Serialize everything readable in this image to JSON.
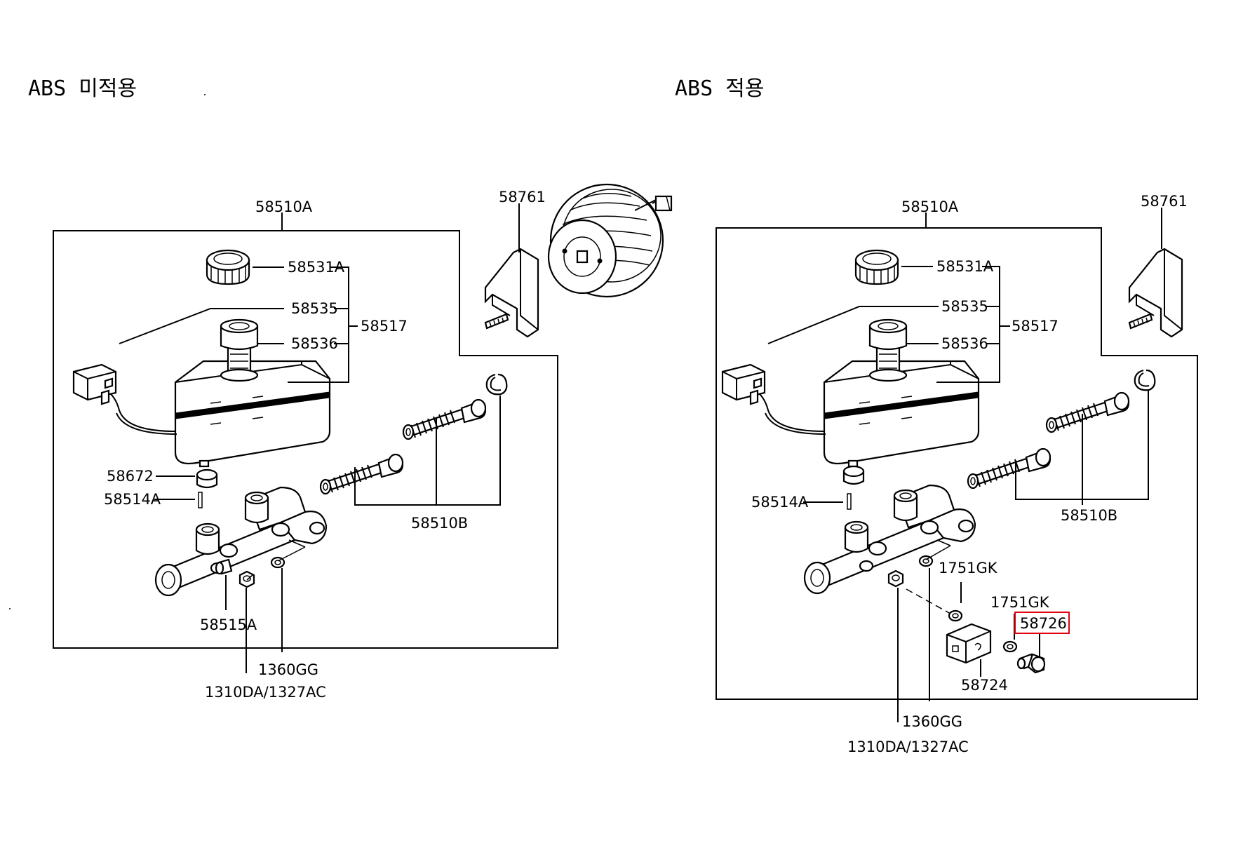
{
  "titles": {
    "left": "ABS 미적용",
    "right": "ABS 적용"
  },
  "left_labels": {
    "assembly": "58510A",
    "bracket": "58761",
    "cap": "58531A",
    "sensor": "58535",
    "strainer": "58536",
    "reservoir": "58517",
    "grommet": "58672",
    "pin": "58514A",
    "bleeder": "58515A",
    "piston_kit": "58510B",
    "washer": "1360GG",
    "nut": "1310DA/1327AC"
  },
  "right_labels": {
    "assembly": "58510A",
    "bracket": "58761",
    "cap": "58531A",
    "sensor": "58535",
    "strainer": "58536",
    "reservoir": "58517",
    "pin": "58514A",
    "piston_kit": "58510B",
    "gasket_a": "1751GK",
    "gasket_b": "1751GK",
    "bolt": "58726",
    "connector": "58724",
    "washer": "1360GG",
    "nut": "1310DA/1327AC"
  },
  "highlight": {
    "part": "58726",
    "color": "#e3000f"
  }
}
